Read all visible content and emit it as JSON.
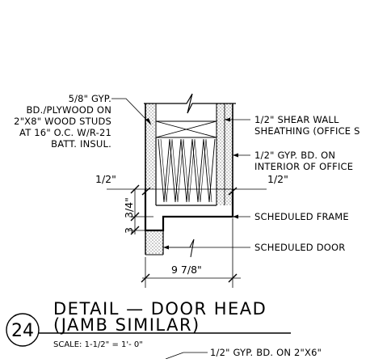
{
  "notes_left": [
    "5/8\" GYP.",
    "BD./PLYWOOD ON",
    "2\"X8\" WOOD STUDS",
    "AT 16\" O.C. W/R-21",
    "BATT. INSUL."
  ],
  "notes_right": [
    {
      "lines": [
        "1/2\" SHEAR WALL",
        "SHEATHING (OFFICE S"
      ]
    },
    {
      "lines": [
        "1/2\" GYP. BD. ON",
        "INTERIOR OF OFFICE"
      ]
    },
    {
      "lines": [
        "SCHEDULED FRAME"
      ]
    },
    {
      "lines": [
        "SCHEDULED DOOR"
      ]
    }
  ],
  "dimensions": {
    "left_half": "1/2\"",
    "right_half": "1/2\"",
    "vertical_top": "3/4\"",
    "vertical_bottom": "3",
    "width": "9 7/8\""
  },
  "title": {
    "number": "24",
    "line1": "DETAIL  —  DOOR HEAD",
    "line2": "(JAMB SIMILAR)",
    "scale": "SCALE:  1-1/2\" = 1'- 0\""
  },
  "bottom_note": "1/2\" GYP. BD. ON 2\"X6\""
}
